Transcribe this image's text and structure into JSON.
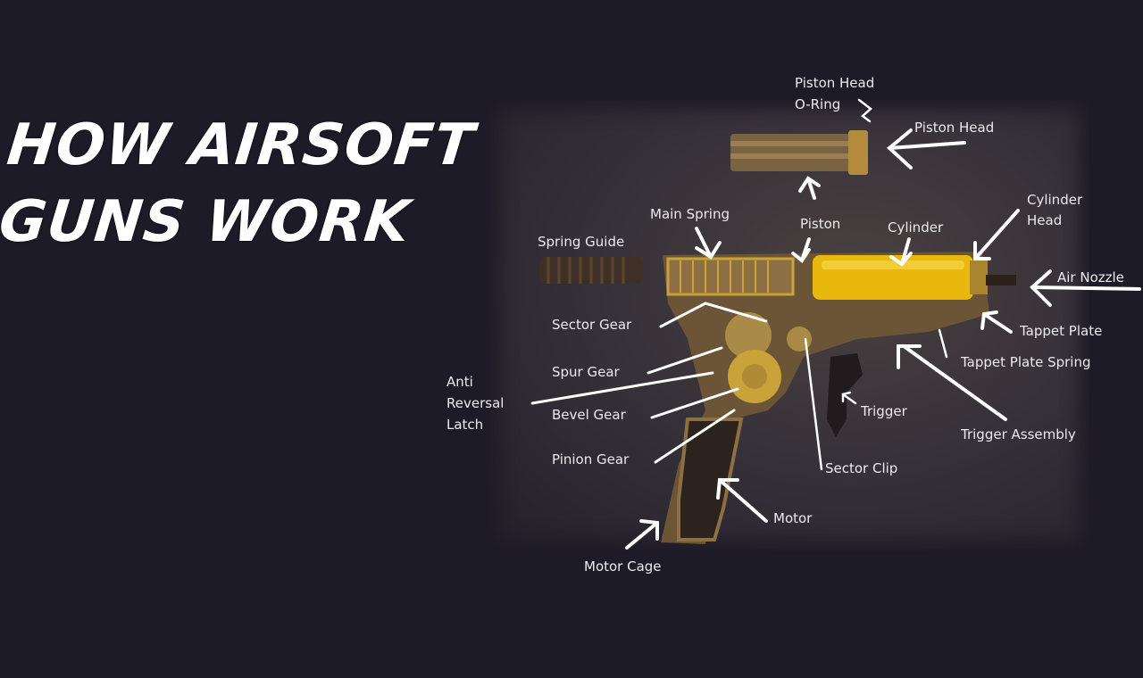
{
  "title": {
    "line1": "HOW AIRSOFT",
    "line2": "GUNS WORK"
  },
  "colors": {
    "background": "#1d1b27",
    "title": "#ffffff",
    "label": "#ecebee",
    "gearbox_gold": "#c9a23a",
    "cylinder_yellow": "#e8b90c"
  },
  "labels": {
    "piston_head_o_ring_1": "Piston Head",
    "piston_head_o_ring_2": "O-Ring",
    "piston_head": "Piston Head",
    "main_spring": "Main Spring",
    "piston": "Piston",
    "cylinder": "Cylinder",
    "cylinder_head_1": "Cylinder",
    "cylinder_head_2": "Head",
    "spring_guide": "Spring Guide",
    "air_nozzle": "Air Nozzle",
    "sector_gear": "Sector Gear",
    "tappet_plate": "Tappet Plate",
    "tappet_plate_spring": "Tappet Plate Spring",
    "spur_gear": "Spur Gear",
    "anti_reversal_1": "Anti",
    "anti_reversal_2": "Reversal",
    "anti_reversal_3": "Latch",
    "bevel_gear": "Bevel Gear",
    "trigger": "Trigger",
    "trigger_assembly": "Trigger Assembly",
    "pinion_gear": "Pinion Gear",
    "sector_clip": "Sector Clip",
    "motor": "Motor",
    "motor_cage": "Motor Cage"
  }
}
